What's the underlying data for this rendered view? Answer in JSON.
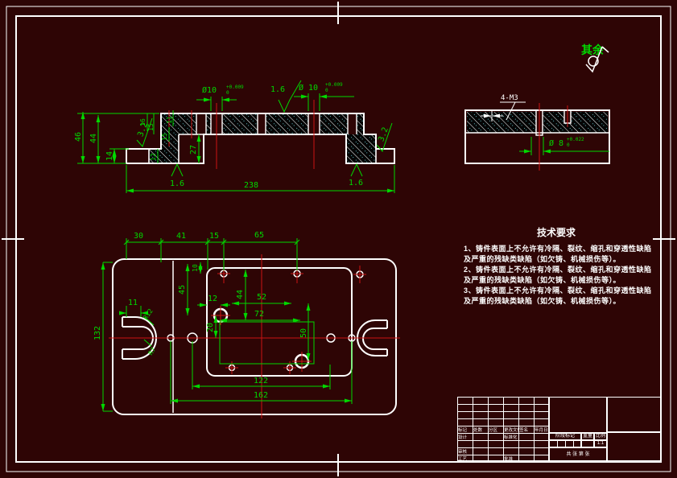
{
  "colors": {
    "bg": "#2e0505",
    "green": "#00d800",
    "red": "#cc1414",
    "white": "#ffffff",
    "cyan": "#7ff7ff"
  },
  "rest_note": {
    "label": "其余"
  },
  "front_view": {
    "dims": {
      "d46": "46",
      "d44": "44",
      "d14": "14",
      "d16": "16",
      "d15a": "15",
      "d11": "11",
      "d15b": "15",
      "d27": "27",
      "d12": "12",
      "d238": "238"
    },
    "finish": {
      "f32l": "3.2",
      "f32r": "3.2",
      "f16top": "1.6",
      "f16bl": "1.6",
      "f16br": "1.6"
    },
    "holes": {
      "left_dia": "Ø10",
      "left_tol_up": "+0.009",
      "left_tol_dn": "0",
      "right_dia": "Ø 10",
      "right_tol_up": "+0.009",
      "right_tol_dn": "0"
    }
  },
  "side_view": {
    "thread_label": "4-M3",
    "hole_dia": "Ø 8",
    "tol_up": "+0.022",
    "tol_dn": "0"
  },
  "plan_view": {
    "dims": {
      "d30": "30",
      "d41": "41",
      "d15": "15",
      "d65": "65",
      "d10": "10",
      "d45": "45",
      "d44": "44",
      "d12": "12",
      "d52": "52",
      "d72": "72",
      "d50": "50",
      "d20": "20",
      "d11": "11",
      "r12": "R12",
      "r7": "R7",
      "d122": "122",
      "d162": "162",
      "d132": "132"
    }
  },
  "tech_requirements": {
    "title": "技术要求",
    "items": [
      "1、铸件表面上不允许有冷隔、裂纹、缩孔和穿透性缺陷及严重的残缺类缺陷（如欠铸、机械损伤等）。",
      "2、铸件表面上不允许有冷隔、裂纹、缩孔和穿透性缺陷及严重的残缺类缺陷（如欠铸、机械损伤等）。",
      "3、铸件表面上不允许有冷隔、裂纹、缩孔和穿透性缺陷及严重的残缺类缺陷（如欠铸、机械损伤等）。"
    ]
  },
  "title_block": {
    "mark_row": [
      "标记",
      "处数",
      "分区",
      "更改文件号",
      "签名",
      "年月日"
    ],
    "design": "设计",
    "standardize": "标准化",
    "review": "审核",
    "process": "工艺",
    "approve": "批准",
    "stage_mark": "阶段标记",
    "weight": "重量",
    "scale_label": "比例",
    "scale_value": "1:1",
    "sheet_info": "共 张 第 张"
  }
}
